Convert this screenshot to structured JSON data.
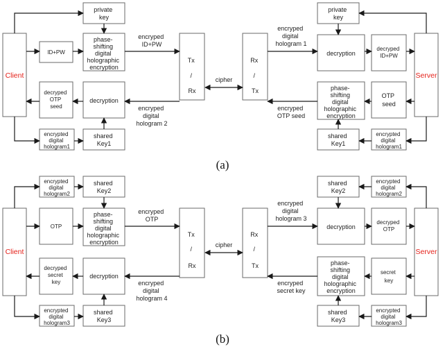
{
  "colors": {
    "entity_label": "#e4211a",
    "box_stroke": "#6a6a6a",
    "line": "#1a1a1a"
  },
  "a": {
    "client": "Client",
    "server": "Server",
    "private_key_left": [
      "private",
      "key"
    ],
    "private_key_right": [
      "private",
      "key"
    ],
    "id_pw": "ID+PW",
    "encryption_left": [
      "phase-",
      "shifting",
      "digital",
      "holographic",
      "encryption"
    ],
    "label_encryped_id_pw": [
      "encryped",
      "ID+PW"
    ],
    "tx": [
      "Tx",
      "/",
      "Rx"
    ],
    "cipher": "cipher",
    "rx": [
      "Rx",
      "/",
      "Tx"
    ],
    "label_hologram1": [
      "encryped",
      "digital",
      "hologram 1"
    ],
    "decryption_right_top": "decryption",
    "decryped_id_pw": [
      "decryped",
      "ID+PW"
    ],
    "decryption_left_mid": "decryption",
    "label_hologram2": [
      "encryped",
      "digital",
      "hologram 2"
    ],
    "decryped_otp_seed": [
      "decryped",
      "OTP",
      "seed"
    ],
    "encryption_right": [
      "phase-",
      "shifting",
      "digital",
      "holographic",
      "encryption"
    ],
    "label_otp_seed": [
      "encryped",
      "OTP seed"
    ],
    "otp_seed": [
      "OTP",
      "seed"
    ],
    "enc_hologram_left": [
      "encrypted",
      "digital",
      "hologram1"
    ],
    "shared_key_left": [
      "shared",
      "Key1"
    ],
    "shared_key_right": [
      "shared",
      "Key1"
    ],
    "enc_hologram_right": [
      "encrypted",
      "digital",
      "hologram1"
    ],
    "caption": "(a)"
  },
  "b": {
    "client": "Client",
    "server": "Server",
    "enc_hologram2_left": [
      "encrypted",
      "digital",
      "hologram2"
    ],
    "shared_key2_left": [
      "shared",
      "Key2"
    ],
    "shared_key2_right": [
      "shared",
      "Key2"
    ],
    "enc_hologram2_right": [
      "encrypted",
      "digital",
      "hologram2"
    ],
    "otp": "OTP",
    "encryption_left": [
      "phase-",
      "shifting",
      "digital",
      "holographic",
      "encryption"
    ],
    "label_encryped_otp": [
      "encryped",
      "OTP"
    ],
    "tx": [
      "Tx",
      "/",
      "Rx"
    ],
    "cipher": "cipher",
    "rx": [
      "Rx",
      "/",
      "Tx"
    ],
    "label_hologram3": [
      "encryped",
      "digital",
      "hologram 3"
    ],
    "decryption_right_top": "decryption",
    "decryped_otp": [
      "decryped",
      "OTP"
    ],
    "decryped_secret_key": [
      "decryped",
      "secret",
      "key"
    ],
    "decryption_left_mid": "decryption",
    "label_hologram4": [
      "encryped",
      "digital",
      "hologram 4"
    ],
    "encryption_right": [
      "phase-",
      "shifting",
      "digital",
      "holographic",
      "encryption"
    ],
    "label_secret_key": [
      "encryped",
      "secret key"
    ],
    "secret_key": [
      "secret",
      "key"
    ],
    "enc_hologram3_left": [
      "encrypted",
      "digital",
      "hologram3"
    ],
    "shared_key3_left": [
      "shared",
      "Key3"
    ],
    "shared_key3_right": [
      "shared",
      "Key3"
    ],
    "enc_hologram3_right": [
      "encrypted",
      "digital",
      "hologram3"
    ],
    "caption": "(b)"
  }
}
